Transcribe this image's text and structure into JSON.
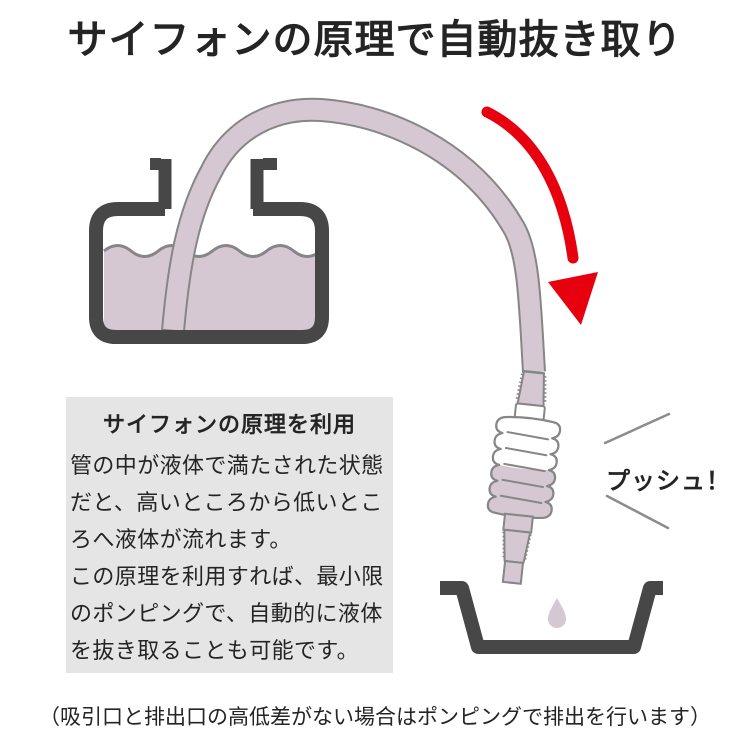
{
  "title": "サイフォンの原理で自動抜き取り",
  "info_box": {
    "heading": "サイフォンの原理を利用",
    "lines": [
      "管の中が液体で満たされた状態",
      "だと、高いところから低いとこ",
      "ろへ液体が流れます。",
      "この原理を利用すれば、最小限",
      "のポンピングで、自動的に液体",
      "を抜き取ることも可能です。"
    ]
  },
  "push_label": "プッシュ！",
  "caption": "（吸引口と排出口の高低差がない場合はポンピングで排出を行います）",
  "diagram": {
    "icons": [
      "source-tank-icon",
      "siphon-tube-icon",
      "red-flow-arrow-icon",
      "hand-pump-bellows-icon",
      "drain-tray-icon",
      "liquid-drop-icon"
    ],
    "colors": {
      "liquid_mauve": "#d5c8d3",
      "outline_dark": "#474747",
      "line_gray": "#868686",
      "accent_red": "#e7000e",
      "info_box_bg": "#e5e5e5",
      "text": "#242424",
      "pump_white": "#ffffff"
    }
  }
}
